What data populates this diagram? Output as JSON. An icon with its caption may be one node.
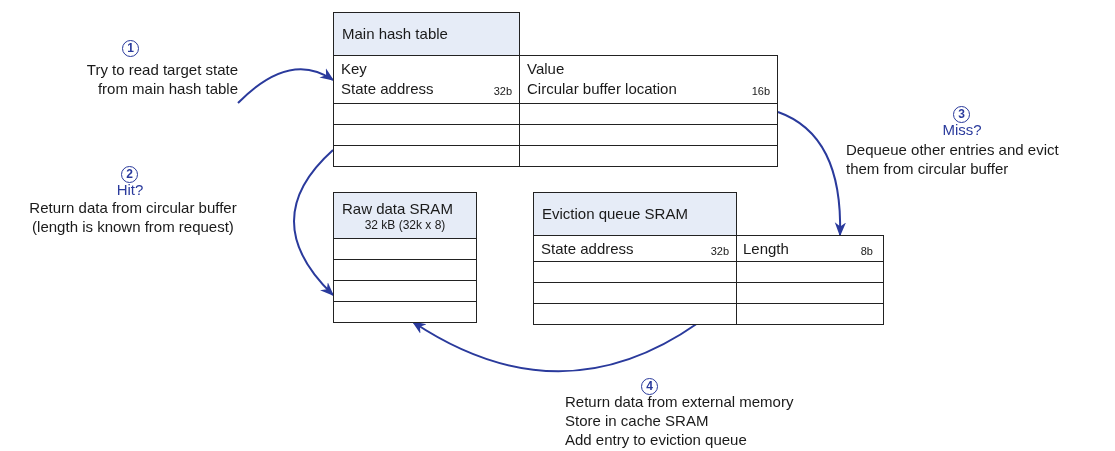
{
  "diagram": {
    "nodes": [
      {
        "text": [
          "1",
          "Try to read target state from main hash table"
        ]
      },
      {
        "text": [
          "Main hash table",
          "Key",
          "State address",
          "32b",
          "Value",
          "Circular buffer location",
          "16b"
        ]
      },
      {
        "text": [
          "Raw data SRAM",
          "32 kB (32k x 8)"
        ]
      },
      {
        "text": [
          "Eviction queue SRAM",
          "State address",
          "32b",
          "Length",
          "8b"
        ]
      },
      {
        "text": [
          "2"
        ]
      },
      {
        "text": [
          "3"
        ]
      },
      {
        "text": [
          "4"
        ]
      }
    ],
    "edges": [
      {
        "from": 0,
        "to": 1,
        "arrow": "to"
      },
      {
        "from": 1,
        "to": 2,
        "arrow": "to"
      },
      {
        "from": 1,
        "to": 3,
        "arrow": "to"
      },
      {
        "from": 3,
        "to": 2,
        "arrow": "to"
      }
    ],
    "labels": [
      "Hit?",
      "Return data from circular buffer (length is known from request)",
      "Miss?",
      "Dequeue other entries and evict them from circular buffer",
      "Return data from external memory",
      "Store in cache SRAM",
      "Add entry to eviction queue"
    ]
  }
}
